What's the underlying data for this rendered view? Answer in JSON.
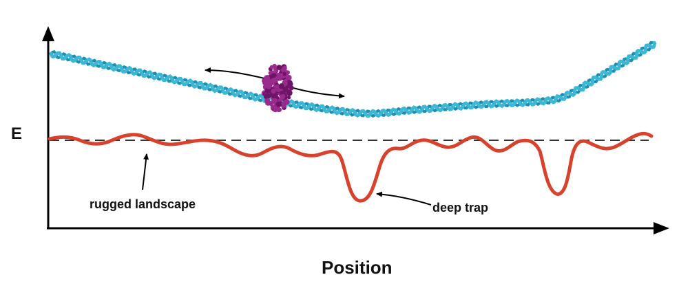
{
  "axes": {
    "y_label": "E",
    "x_label": "Position"
  },
  "annotations": {
    "rugged": "rugged landscape",
    "trap": "deep trap"
  },
  "colors": {
    "dna": "#3cb8d6",
    "dna_dark": "#1f8fb0",
    "protein": "#9b2a8f",
    "protein_dark": "#6e1466",
    "landscape": "#d8412b",
    "axis": "#000000",
    "reference_line": "#333333"
  }
}
